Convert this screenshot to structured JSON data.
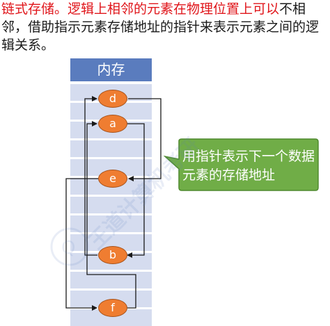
{
  "intro": {
    "highlight": "链式存储。逻辑上相邻的元素在物理位置上可以",
    "rest": "不相邻，借助指示元素存储地址的指针来表示元素之间的逻辑关系。"
  },
  "memory": {
    "title": "内存",
    "nodes": {
      "d": "d",
      "a": "a",
      "e": "e",
      "b": "b",
      "f": "f"
    }
  },
  "callout": {
    "text": "用指针表示下一个数据元素的存储地址"
  },
  "colors": {
    "highlight_text": "#e0161b",
    "memory_header": "#5a7cbe",
    "memory_cell": "#d5dcef",
    "node_fill": "#ef7d31",
    "callout_fill": "#70ad47"
  }
}
